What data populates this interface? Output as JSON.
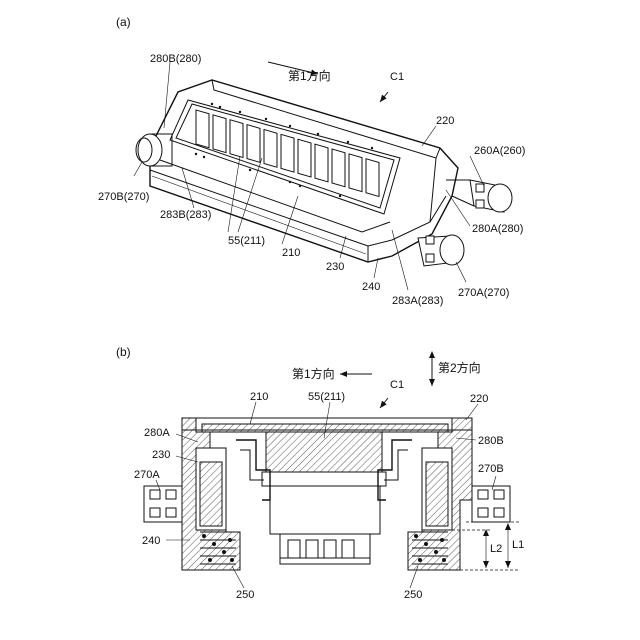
{
  "panel_a": {
    "title": "(a)",
    "labels": {
      "l280B": "280B(280)",
      "dir1": "第1方向",
      "c1": "C1",
      "l220": "220",
      "l260A": "260A(260)",
      "l270B": "270B(270)",
      "l283B": "283B(283)",
      "l280A": "280A(280)",
      "l55": "55(211)",
      "l210": "210",
      "l230": "230",
      "l240": "240",
      "l270A": "270A(270)",
      "l283A": "283A(283)"
    }
  },
  "panel_b": {
    "title": "(b)",
    "labels": {
      "dir1": "第1方向",
      "dir2": "第2方向",
      "c1": "C1",
      "l210": "210",
      "l55": "55(211)",
      "l220": "220",
      "l280A": "280A",
      "l280B": "280B",
      "l230": "230",
      "l270A": "270A",
      "l270B": "270B",
      "l240": "240",
      "l250a": "250",
      "l250b": "250",
      "lL1": "L1",
      "lL2": "L2"
    }
  }
}
